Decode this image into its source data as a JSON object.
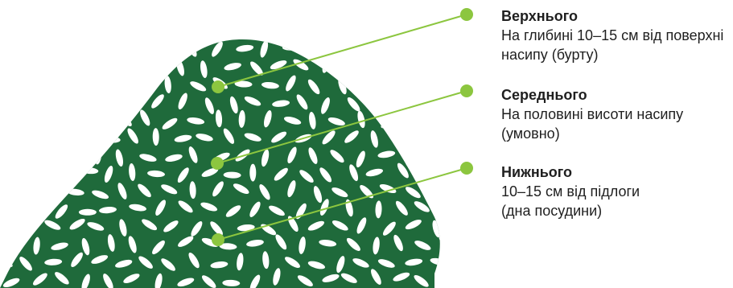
{
  "colors": {
    "pile": "#1f6a3b",
    "grain": "#ffffff",
    "marker": "#8cc63f",
    "text": "#1f1f1f"
  },
  "levels": [
    {
      "title": "Верхнього",
      "description": "На глибині 10–15 см від поверхні насипу (бурту)"
    },
    {
      "title": "Середнього",
      "description": "На половині висоти насипу (умовно)"
    },
    {
      "title": "Нижнього",
      "description": "10–15 см від підлоги (дна посудини)"
    }
  ]
}
